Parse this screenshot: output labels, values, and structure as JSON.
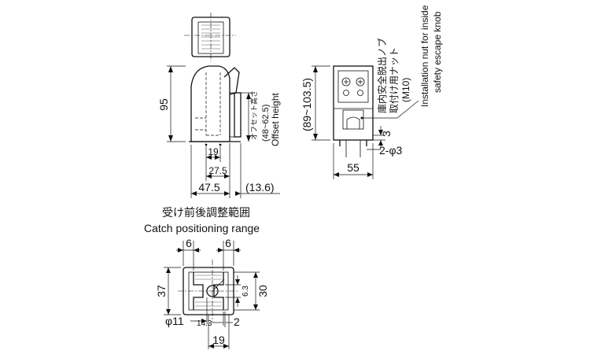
{
  "side_view": {
    "dim_height": "95",
    "dim_19": "19",
    "dim_27_5": "27.5",
    "dim_47_5": "47.5",
    "dim_13_6": "(13.6)",
    "offset_jp": "オフセット高さ",
    "offset_range": "(48~62.5)",
    "offset_en": "Offset height"
  },
  "front_view": {
    "dim_height": "(89~103.5)",
    "dim_3": "3",
    "dim_2phi3": "2-φ3",
    "dim_55": "55",
    "nut_jp_line1": "庫内安全脱出ノブ",
    "nut_jp_line2": "取付け用ナット",
    "nut_size": "(M10)",
    "nut_en_line1": "Installation nut for inside",
    "nut_en_line2": "safety escape knob"
  },
  "catch_view": {
    "title_jp": "受け前後調整範囲",
    "title_en": "Catch positioning range",
    "dim_6_left": "6",
    "dim_6_right": "6",
    "dim_37": "37",
    "dim_6_3": "6.3",
    "dim_30": "30",
    "dim_phi11": "φ11",
    "dim_14_3": "14.3",
    "dim_2": "2",
    "dim_19": "19"
  }
}
